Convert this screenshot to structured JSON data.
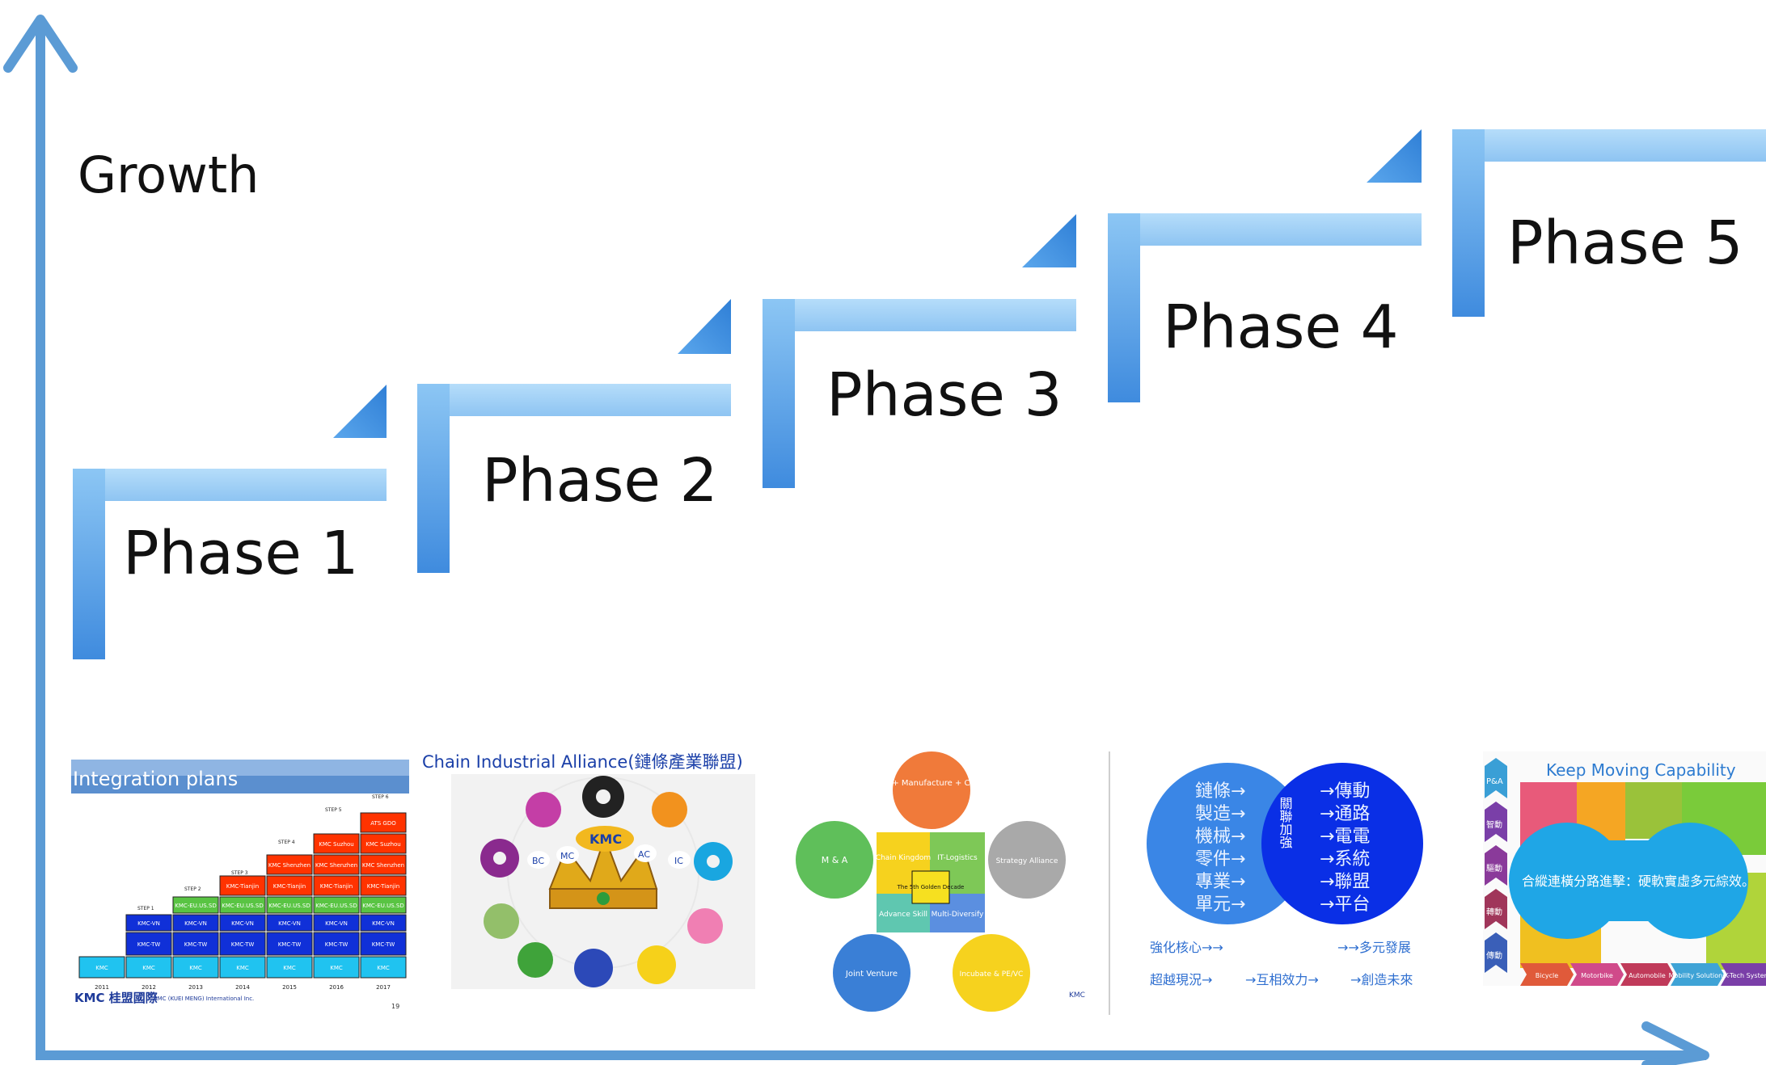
{
  "chart": {
    "y_label": "Growth",
    "phases": [
      "Phase 1",
      "Phase 2",
      "Phase 3",
      "Phase 4",
      "Phase 5"
    ]
  },
  "colors": {
    "axis": "#5b9bd5",
    "step_light": "#9fd0f7",
    "step_dark": "#4a92e0",
    "triangle": "#5aa4ea"
  },
  "thumbs": {
    "integration": {
      "title": "Integration plans",
      "steps": [
        "STEP 1",
        "STEP 2",
        "STEP 3",
        "STEP 4",
        "STEP 5",
        "STEP 6"
      ],
      "years": [
        "2011",
        "2012",
        "2013",
        "2014",
        "2015",
        "2016",
        "2017"
      ],
      "cells": {
        "kmc": "KMC",
        "tw": "KMC-TW",
        "vn": "KMC-VN",
        "eu": "KMC-EU.US.SD",
        "tianjin": "KMC-Tianjin",
        "shenzhen": "KMC Shenzhen",
        "suzhou": "KMC Suzhou",
        "ats": "ATS GDO"
      },
      "logo": "KMC 桂盟國際",
      "logo_sub": "KMC (KUEI MENG) International Inc.",
      "page": "19"
    },
    "alliance": {
      "title": "Chain Industrial Alliance(鏈條產業聯盟)",
      "center": "KMC",
      "nodes": [
        "BC",
        "MC",
        "AC",
        "IC"
      ]
    },
    "strategy": {
      "brand": "Brand + Manufacture + Channel",
      "ma": "M & A",
      "strat": "Strategy Alliance",
      "jv": "Joint Venture",
      "incubate": "Incubate & PE/VC",
      "chain": "Chain Kingdom",
      "it": "IT-Logistics",
      "adv": "Advance Skill",
      "multi": "Multi-Diversify",
      "center": "The 5th Golden Decade",
      "logo": "KMC"
    },
    "venn": {
      "left": [
        "鏈條→",
        "製造→",
        "機械→",
        "零件→",
        "專業→",
        "單元→"
      ],
      "right": [
        "→傳動",
        "→通路",
        "→電電",
        "→系統",
        "→聯盟",
        "→平台"
      ],
      "mid": "關聯加強",
      "bottom": [
        "強化核心→→",
        "→→多元發展",
        "超越現況→",
        "→互相效力→",
        "→創造未來"
      ]
    },
    "moving": {
      "title": "Keep Moving Capability",
      "center": "合縱連橫分路進擊：硬軟實虛多元綜效。",
      "side": [
        "P&A",
        "智動",
        "驅動",
        "轉動",
        "傳動"
      ],
      "bottom": [
        "Bicycle",
        "Motorbike",
        "Automobile",
        "Mobility Solutions",
        "K-Tech System"
      ]
    }
  }
}
